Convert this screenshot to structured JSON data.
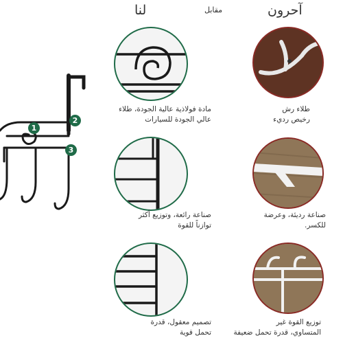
{
  "headers": {
    "ours": "لنا",
    "versus": "مقابل",
    "others": "آحرون"
  },
  "badges": [
    "1",
    "2",
    "3"
  ],
  "ours": [
    {
      "line1": "مادة فولاذية عالية الجودة، طلاء",
      "line2": "عالي الجودة للسيارات"
    },
    {
      "line1": "صناعة رائعة، وتوزيع أكثر",
      "line2": "توازناً للقوة"
    },
    {
      "line1": "تصميم معقول، قدرة",
      "line2": "تحمل قوية"
    }
  ],
  "others": [
    {
      "line1": "طلاء رش",
      "line2": "رخيص رديء"
    },
    {
      "line1": "صناعة رديئة، وعرضة",
      "line2": "للكسر."
    },
    {
      "line1": "توزيع القوة غير",
      "line2": "المتساوي، قدرة تحمل ضعيفة"
    }
  ],
  "colors": {
    "ours_ring": "#1f6b48",
    "others_ring": "#8a2a25",
    "metal": "#1a1a1a"
  }
}
